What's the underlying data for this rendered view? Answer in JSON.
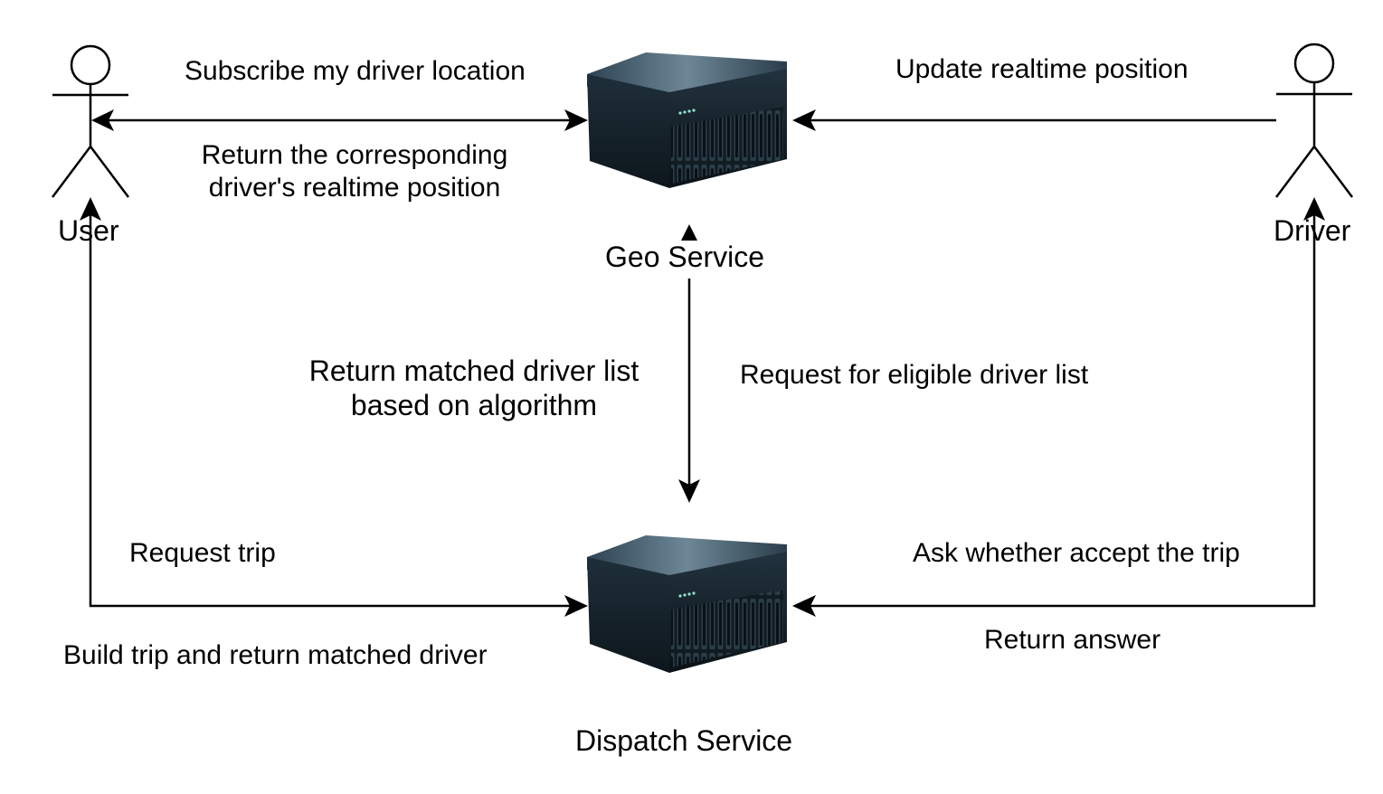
{
  "actors": {
    "user": {
      "label": "User"
    },
    "driver": {
      "label": "Driver"
    }
  },
  "services": {
    "geo": {
      "label": "Geo Service"
    },
    "dispatch": {
      "label": "Dispatch Service"
    }
  },
  "edges": {
    "subscribe_location": "Subscribe my driver location",
    "return_realtime_position": "Return the corresponding\ndriver's realtime position",
    "update_realtime_position": "Update realtime position",
    "return_matched_list": "Return matched driver list\nbased on algorithm",
    "request_eligible_list": "Request for eligible driver list",
    "request_trip": "Request trip",
    "build_trip": "Build trip and return matched driver",
    "ask_accept": "Ask whether accept the trip",
    "return_answer": "Return answer"
  },
  "colors": {
    "stroke": "#000000",
    "server_body": "#1c2b36",
    "server_top": "#3d5566",
    "server_front": "#0e171e",
    "led": "#8fe3c9"
  }
}
